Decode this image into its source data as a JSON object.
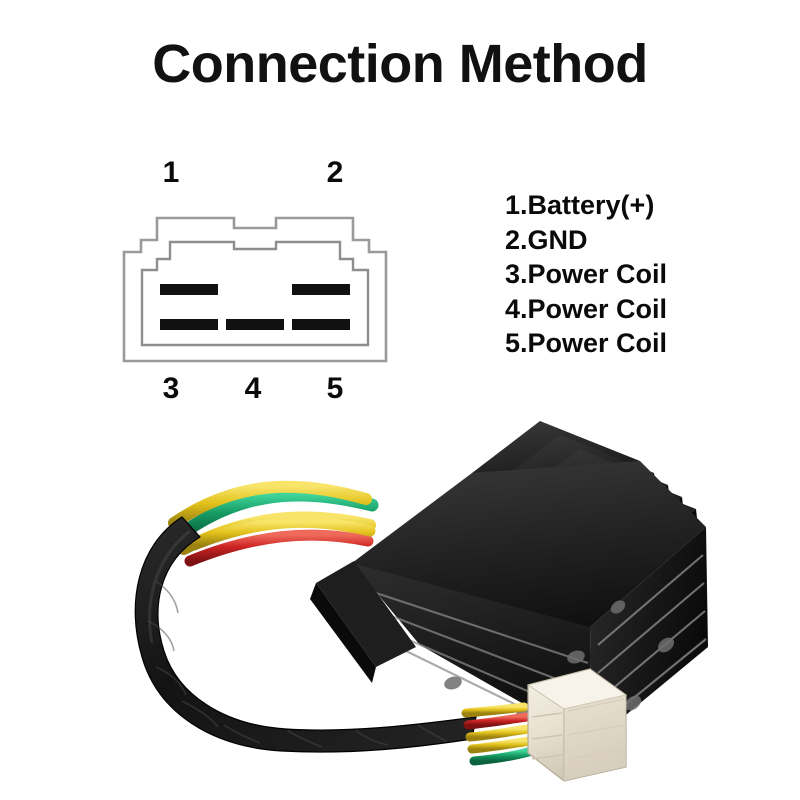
{
  "page": {
    "title": "Connection Method",
    "background_color": "#ffffff"
  },
  "connector": {
    "label": "5-pin connector pinout",
    "pin_numbers_top": [
      "1",
      "2"
    ],
    "pin_numbers_bottom": [
      "3",
      "4",
      "5"
    ],
    "outline_color": "#9a9a9a",
    "pin_color": "#111111",
    "top_pin_count": 2,
    "bottom_pin_count": 3
  },
  "legend": {
    "items": [
      {
        "number": "1",
        "text": "1.Battery(+)"
      },
      {
        "number": "2",
        "text": "2.GND"
      },
      {
        "number": "3",
        "text": "3.Power Coil"
      },
      {
        "number": "4",
        "text": "4.Power Coil"
      },
      {
        "number": "5",
        "text": "5.Power Coil"
      }
    ]
  },
  "product": {
    "name": "voltage regulator rectifier",
    "body_color": "#1b1b1b",
    "fin_highlight_color": "#8d8d8d",
    "connector_color": "#ece6d8",
    "tape_color": "#141414",
    "wire_colors": {
      "green": "#169b63",
      "yellow": "#e3c21c",
      "red": "#cc2424"
    },
    "wires": [
      "green",
      "yellow",
      "yellow",
      "red",
      "yellow"
    ]
  }
}
